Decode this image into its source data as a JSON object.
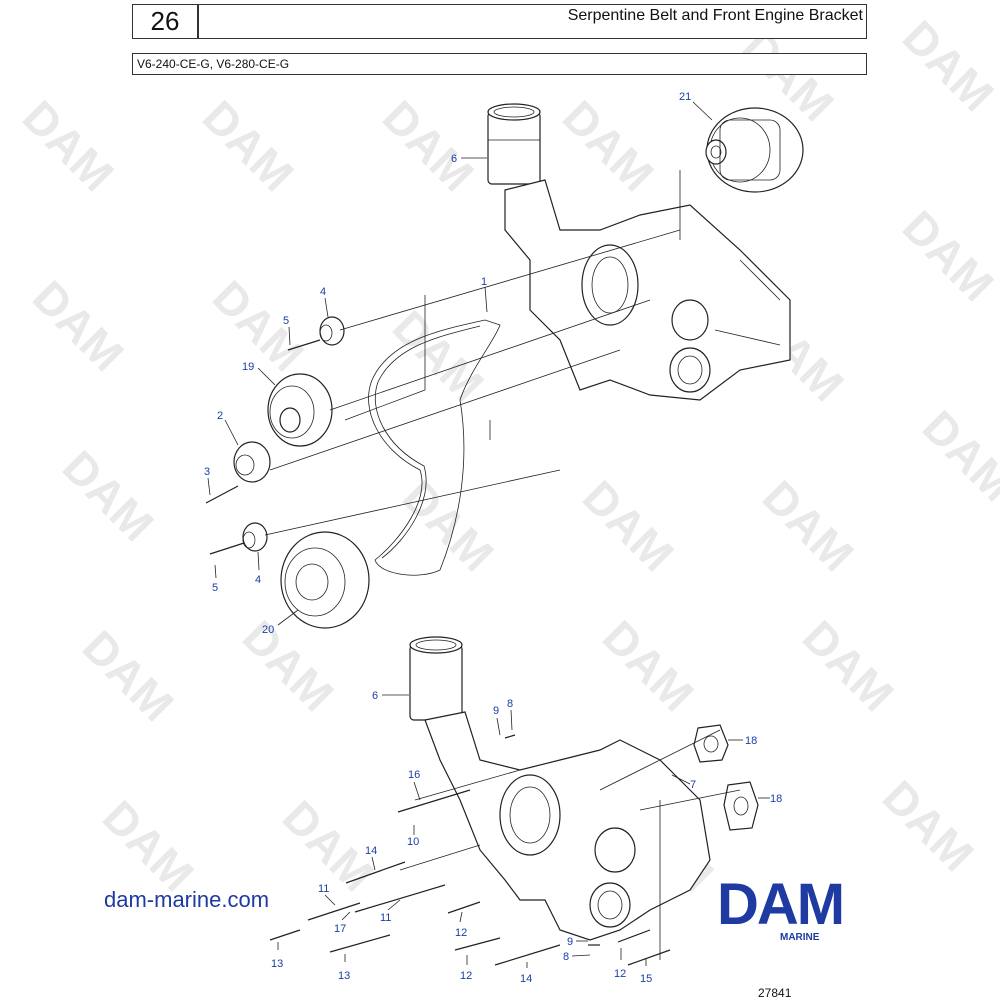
{
  "header": {
    "page_number": "26",
    "title": "Serpentine Belt and Front Engine Bracket",
    "models": "V6-240-CE-G, V6-280-CE-G"
  },
  "watermark": {
    "text": "DAM",
    "color": "#e9e9e9"
  },
  "callouts": [
    {
      "id": "c21",
      "text": "21"
    },
    {
      "id": "c6a",
      "text": "6"
    },
    {
      "id": "c1",
      "text": "1"
    },
    {
      "id": "c4a",
      "text": "4"
    },
    {
      "id": "c5a",
      "text": "5"
    },
    {
      "id": "c19",
      "text": "19"
    },
    {
      "id": "c2",
      "text": "2"
    },
    {
      "id": "c3",
      "text": "3"
    },
    {
      "id": "c5b",
      "text": "5"
    },
    {
      "id": "c4b",
      "text": "4"
    },
    {
      "id": "c20",
      "text": "20"
    },
    {
      "id": "c6b",
      "text": "6"
    },
    {
      "id": "c9a",
      "text": "9"
    },
    {
      "id": "c8a",
      "text": "8"
    },
    {
      "id": "c18a",
      "text": "18"
    },
    {
      "id": "c16",
      "text": "16"
    },
    {
      "id": "c7",
      "text": "7"
    },
    {
      "id": "c18b",
      "text": "18"
    },
    {
      "id": "c10",
      "text": "10"
    },
    {
      "id": "c14a",
      "text": "14"
    },
    {
      "id": "c11a",
      "text": "11"
    },
    {
      "id": "c11b",
      "text": "11"
    },
    {
      "id": "c17",
      "text": "17"
    },
    {
      "id": "c12a",
      "text": "12"
    },
    {
      "id": "c13a",
      "text": "13"
    },
    {
      "id": "c13b",
      "text": "13"
    },
    {
      "id": "c9b",
      "text": "9"
    },
    {
      "id": "c8b",
      "text": "8"
    },
    {
      "id": "c12b",
      "text": "12"
    },
    {
      "id": "c12c",
      "text": "12"
    },
    {
      "id": "c14b",
      "text": "14"
    },
    {
      "id": "c15",
      "text": "15"
    }
  ],
  "footer": {
    "website": "dam-marine.com",
    "logo_text": "DAM",
    "logo_subtext": "MARINE",
    "figure_number": "27841",
    "brand_color": "#1f3aa0",
    "callout_color": "#1a3ea8"
  }
}
